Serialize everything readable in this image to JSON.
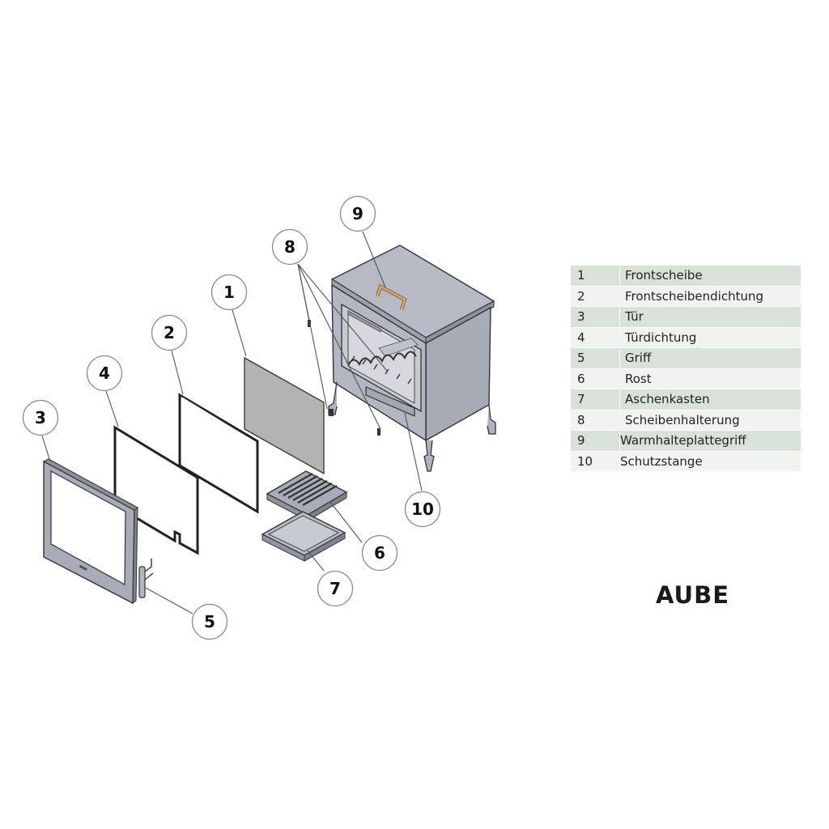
{
  "diagram": {
    "callouts": [
      "1",
      "2",
      "3",
      "4",
      "5",
      "6",
      "7",
      "8",
      "9",
      "10"
    ]
  },
  "legend": {
    "rows": [
      {
        "num": "1",
        "name": "Frontscheibe"
      },
      {
        "num": "2",
        "name": "Frontscheibendichtung"
      },
      {
        "num": "3",
        "name": "Tür"
      },
      {
        "num": "4",
        "name": "Türdichtung"
      },
      {
        "num": "5",
        "name": "Griff"
      },
      {
        "num": "6",
        "name": "Rost"
      },
      {
        "num": "7",
        "name": "Aschenkasten"
      },
      {
        "num": "8",
        "name": "Scheibenhalterung"
      },
      {
        "num": "9",
        "name": "Warmhalteplattegriff"
      },
      {
        "num": "10",
        "name": "Schutzstange"
      }
    ]
  },
  "model": {
    "name": "AUBE"
  },
  "colors": {
    "stove": "#b6b9c4",
    "glass": "#b3b3b1",
    "handle": "#c8a06a",
    "legend_row_a": "#d9e2d9",
    "legend_row_b": "#f0f3f0"
  }
}
